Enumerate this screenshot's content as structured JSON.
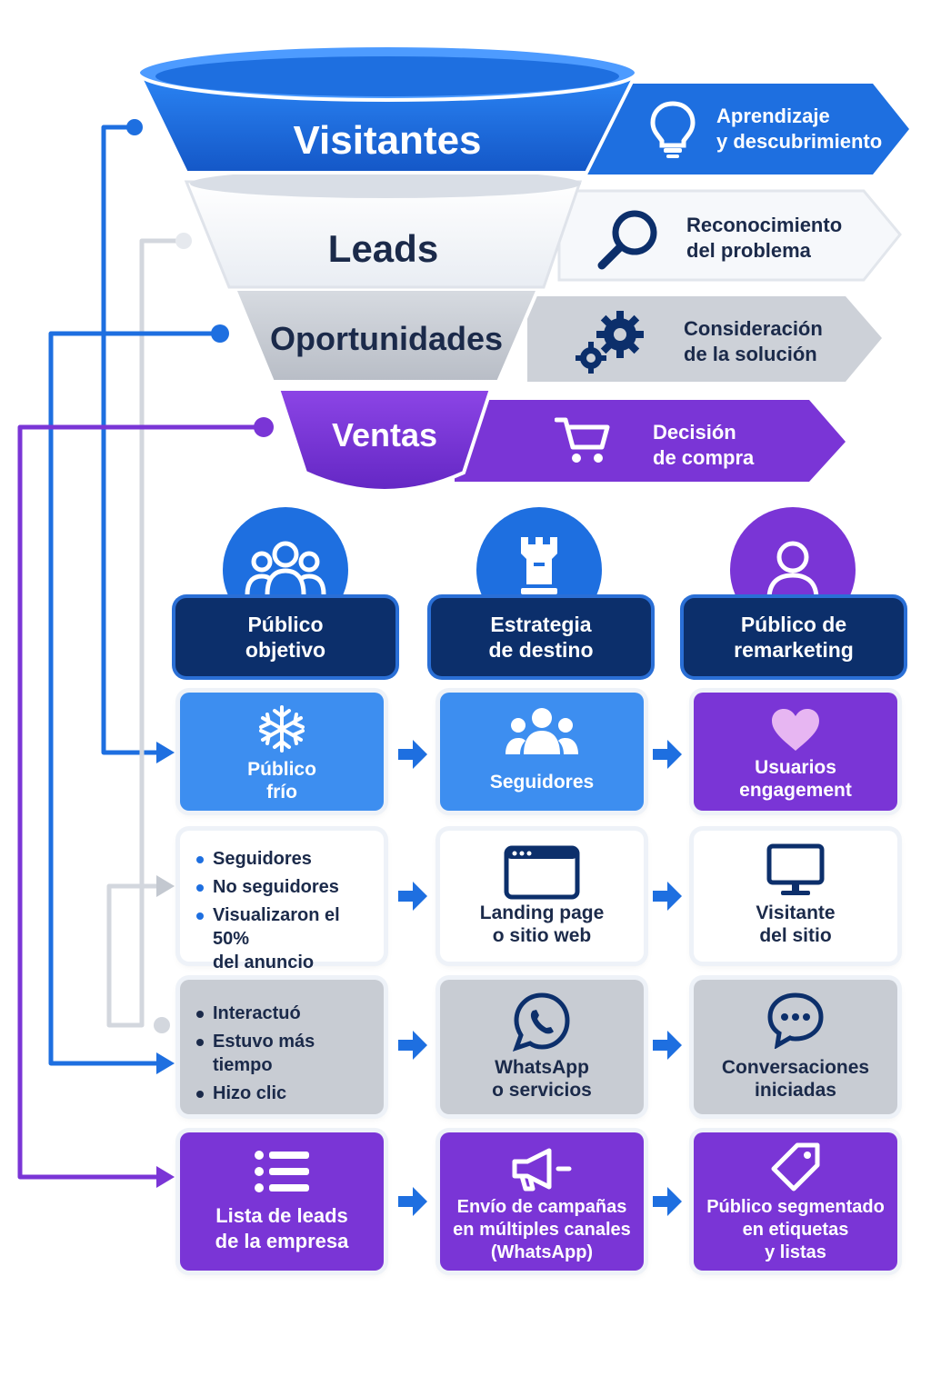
{
  "funnel": {
    "stages": [
      {
        "label": "Visitantes",
        "color": "#1e6fe0"
      },
      {
        "label": "Leads",
        "color": "#f2f4f8"
      },
      {
        "label": "Oportunidades",
        "color": "#c8ccd3"
      },
      {
        "label": "Ventas",
        "color": "#7a35d6"
      }
    ],
    "tags": [
      {
        "text": "Aprendizaje\ny descubrimiento",
        "icon": "lightbulb-icon"
      },
      {
        "text": "Reconocimiento\ndel problema",
        "icon": "magnifier-icon"
      },
      {
        "text": "Consideración\nde la solución",
        "icon": "gears-icon"
      },
      {
        "text": "Decisión\nde compra",
        "icon": "cart-icon"
      }
    ]
  },
  "columns": [
    {
      "title": "Público\nobjetivo",
      "icon": "people-group-icon",
      "color": "#1e6fe0"
    },
    {
      "title": "Estrategia\nde destino",
      "icon": "chess-rook-icon",
      "color": "#1e6fe0"
    },
    {
      "title": "Público de\nremarketing",
      "icon": "user-icon",
      "color": "#7a35d6"
    }
  ],
  "rows": [
    {
      "col1": {
        "label": "Público\nfrío",
        "icon": "snowflake-icon"
      },
      "col2": {
        "label": "Seguidores",
        "icon": "followers-icon"
      },
      "col3": {
        "label": "Usuarios\nengagement",
        "icon": "heart-icon"
      }
    },
    {
      "col1": {
        "bullets": [
          "Seguidores",
          "No seguidores",
          "Visualizaron el 50%\ndel anuncio"
        ]
      },
      "col2": {
        "label": "Landing page\no sitio web",
        "icon": "browser-icon"
      },
      "col3": {
        "label": "Visitante\ndel sitio",
        "icon": "monitor-icon"
      }
    },
    {
      "col1": {
        "bullets": [
          "Interactuó",
          "Estuvo más tiempo",
          "Hizo clic"
        ]
      },
      "col2": {
        "label": "WhatsApp\no servicios",
        "icon": "whatsapp-icon"
      },
      "col3": {
        "label": "Conversaciones\niniciadas",
        "icon": "chat-bubble-icon"
      }
    },
    {
      "col1": {
        "label": "Lista de leads\nde la empresa",
        "icon": "list-icon"
      },
      "col2": {
        "label": "Envío de campañas\nen múltiples canales\n(WhatsApp)",
        "icon": "megaphone-icon"
      },
      "col3": {
        "label": "Público segmentado\nen etiquetas\ny listas",
        "icon": "tag-icon"
      }
    }
  ],
  "colors": {
    "blue": "#1e6fe0",
    "light_blue": "#3d8ef0",
    "navy": "#0c2f6b",
    "purple": "#7a35d6",
    "gray": "#c8ccd3",
    "white": "#ffffff"
  }
}
